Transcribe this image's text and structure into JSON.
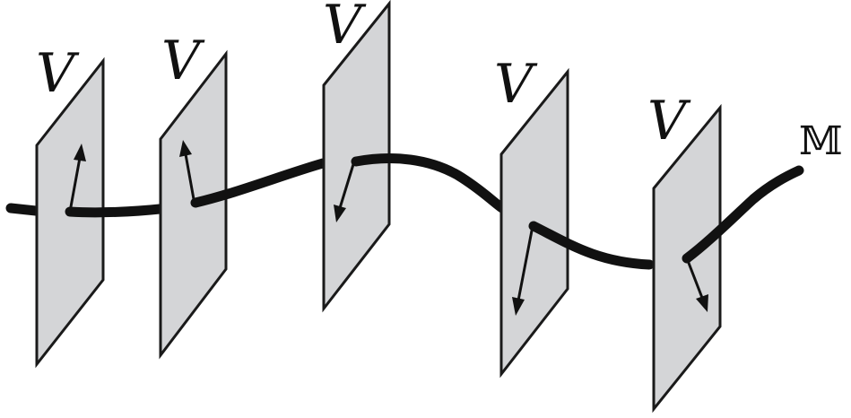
{
  "labels": {
    "fiber_1": "V",
    "fiber_2": "V",
    "fiber_3": "V",
    "fiber_4": "V",
    "fiber_5": "V",
    "base": "𝕄"
  },
  "colors": {
    "plane_fill": "#d4d5d7",
    "stroke": "#111111",
    "background": "#ffffff"
  }
}
